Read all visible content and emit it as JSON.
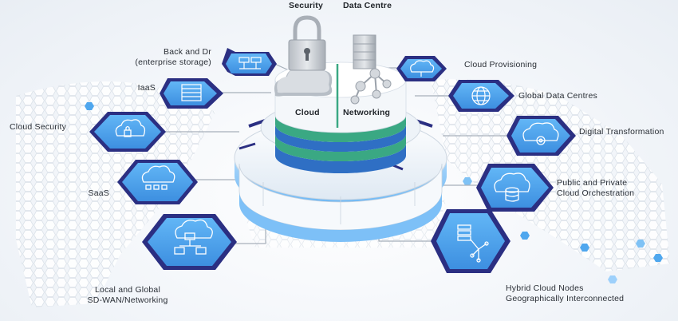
{
  "diagram": {
    "top_labels": {
      "security": "Security",
      "data_centre": "Data Centre"
    },
    "center_labels": {
      "cloud": "Cloud",
      "networking": "Networking"
    },
    "nodes": {
      "back_and_dr": {
        "line1": "Back and Dr",
        "line2": "(enterprise storage)",
        "icon": "server-network-icon"
      },
      "iaas": {
        "line1": "IaaS",
        "icon": "server-rack-icon"
      },
      "cloud_security": {
        "line1": "Cloud Security",
        "icon": "cloud-lock-icon"
      },
      "saas": {
        "line1": "SaaS",
        "icon": "cloud-apps-icon"
      },
      "sdwan": {
        "line1": "Local and Global",
        "line2": "SD-WAN/Networking",
        "icon": "cloud-network-icon"
      },
      "cloud_provisioning": {
        "line1": "Cloud Provisioning",
        "icon": "cloud-provision-icon"
      },
      "global_data_centres": {
        "line1": "Global Data Centres",
        "icon": "globe-icon"
      },
      "digital_transformation": {
        "line1": "Digital Transformation",
        "icon": "cloud-gear-icon"
      },
      "public_private": {
        "line1": "Public and Private",
        "line2": "Cloud Orchestration",
        "icon": "cloud-database-icon"
      },
      "hybrid_nodes": {
        "line1": "Hybrid Cloud Nodes",
        "line2": "Geographically Interconnected",
        "icon": "server-tree-icon"
      }
    },
    "colors": {
      "hex_dark": "#2b2f82",
      "hex_light": "#4fa7ee",
      "disk_green": "#3aa883",
      "disk_blue": "#2f6fc4",
      "platform_blue": "#9dd0fb"
    }
  }
}
